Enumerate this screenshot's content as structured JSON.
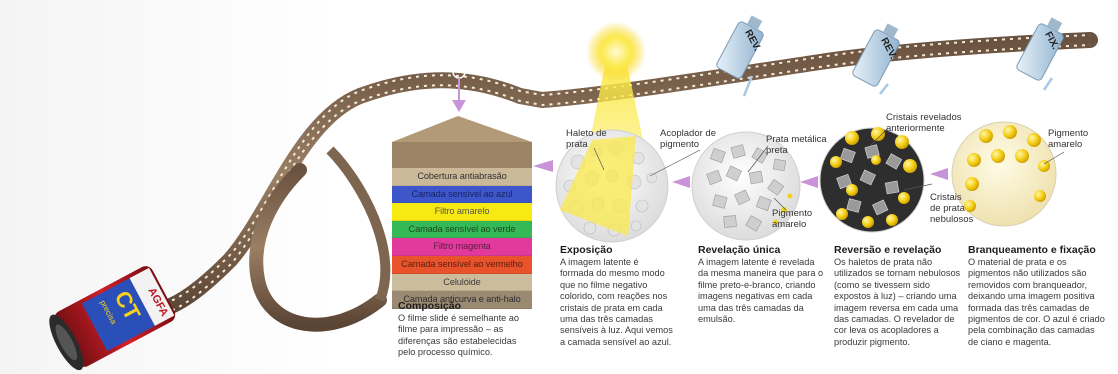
{
  "layers": [
    {
      "label": "Cobertura antiabrasão",
      "bg": "#cbb99a",
      "fg": "#333333"
    },
    {
      "label": "Camada sensível ao azul",
      "bg": "#3d56c9",
      "fg": "#1b2466"
    },
    {
      "label": "Filtro amarelo",
      "bg": "#f6ea12",
      "fg": "#555555"
    },
    {
      "label": "Camada sensível ao verde",
      "bg": "#35b957",
      "fg": "#1d4a22"
    },
    {
      "label": "Filtro magenta",
      "bg": "#e13a9c",
      "fg": "#5a1d40"
    },
    {
      "label": "Camada sensível ao vermelho",
      "bg": "#e8532b",
      "fg": "#5a1f10"
    },
    {
      "label": "Celulóide",
      "bg": "#cbbd9c",
      "fg": "#3b3b3b"
    },
    {
      "label": "Camada anticurva e anti-halo",
      "bg": "#9a8a72",
      "fg": "#2e2e2e"
    }
  ],
  "canister": {
    "brand": "AGFA",
    "product": "CT",
    "sub": "precisa"
  },
  "bottles": [
    "REV.",
    "REV.",
    "FIX."
  ],
  "labels": {
    "haleto": [
      "Haleto de",
      "prata"
    ],
    "acoplador": [
      "Acoplador de",
      "pigmento"
    ],
    "prata_metalica": [
      "Prata metálica",
      "preta"
    ],
    "pigmento_amarelo_1": [
      "Pigmento",
      "amarelo"
    ],
    "cristais_revelados": [
      "Cristais revelados",
      "anteriormente"
    ],
    "cristais_nebulosos": [
      "Cristais",
      "de prata",
      "nebulosos"
    ],
    "pigmento_amarelo_2": [
      "Pigmento",
      "amarelo"
    ]
  },
  "sections": {
    "composicao": {
      "title": "Composição",
      "lines": [
        "O filme slide é semelhante ao",
        "filme para impressão – as",
        "diferenças são estabelecidas",
        "pelo processo químico."
      ]
    },
    "exposicao": {
      "title": "Exposição",
      "lines": [
        "A imagem latente é",
        "formada do mesmo modo",
        "que no filme negativo",
        "colorido, com reações nos",
        "cristais de prata em cada",
        "uma das três camadas",
        "sensíveis à luz. Aqui vemos",
        "a camada sensível ao azul."
      ]
    },
    "revelacao": {
      "title": "Revelação única",
      "lines": [
        "A imagem latente é revelada",
        "da mesma maneira que para o",
        "filme preto-e-branco, criando",
        "imagens negativas em cada",
        "uma das três camadas da",
        "emulsão."
      ]
    },
    "reversao": {
      "title": "Reversão e revelação",
      "lines": [
        "Os haletos de prata não",
        "utilizados se tornam nebulosos",
        "(como se tivessem sido",
        "expostos à luz) – criando uma",
        "imagem reversa em cada uma",
        "das camadas. O revelador de",
        "cor leva os acopladores a",
        "produzir pigmento."
      ]
    },
    "branqueamento": {
      "title": "Branqueamento e fixação",
      "lines": [
        "O material de prata e os",
        "pigmentos não utilizados são",
        "removidos com branqueador,",
        "deixando uma imagem positiva",
        "formada das três camadas de",
        "pigmentos de cor. O azul é criado",
        "pela combinação das camadas",
        "de ciano e magenta."
      ]
    }
  },
  "colors": {
    "arrow": "#c893d8",
    "film": "#8a7058",
    "sun": "#f7e63a"
  }
}
